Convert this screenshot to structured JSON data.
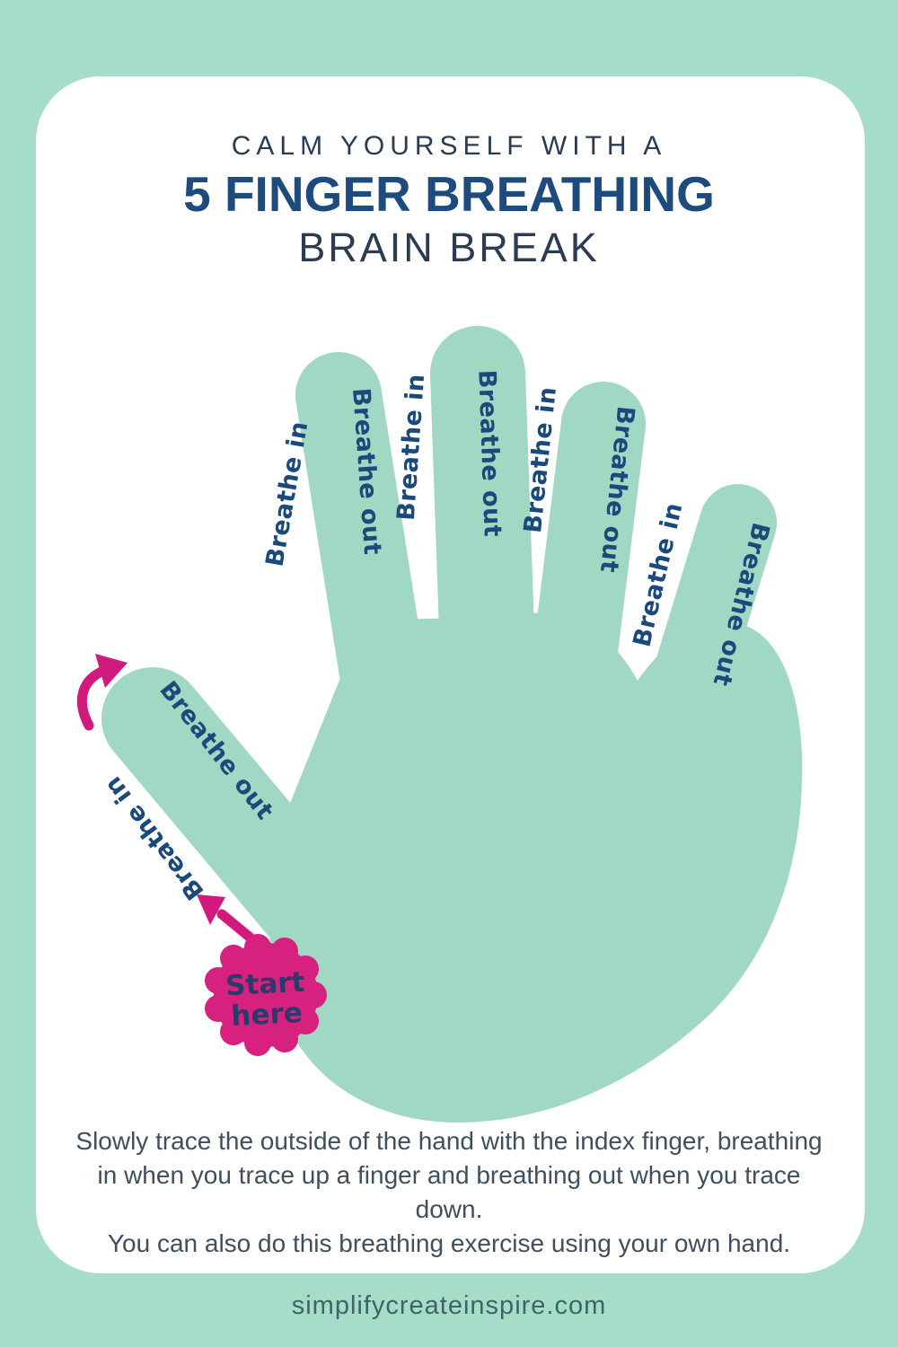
{
  "page": {
    "background_color": "#a5ddc9",
    "card_color": "#ffffff"
  },
  "header": {
    "eyebrow": "CALM YOURSELF WITH A",
    "title": "5 FINGER BREATHING",
    "subtitle": "BRAIN BREAK",
    "title_color": "#1e4b7d",
    "secondary_text_color": "#2a3b52"
  },
  "hand": {
    "fill_color": "#a0d8c4",
    "label_color": "#1a4a7c",
    "labels": [
      {
        "id": "index-up",
        "text": "Breathe in"
      },
      {
        "id": "index-down",
        "text": "Breathe out"
      },
      {
        "id": "middle-up",
        "text": "Breathe in"
      },
      {
        "id": "middle-down",
        "text": "Breathe out"
      },
      {
        "id": "ring-up",
        "text": "Breathe in"
      },
      {
        "id": "ring-down",
        "text": "Breathe out"
      },
      {
        "id": "pinky-up",
        "text": "Breathe in"
      },
      {
        "id": "pinky-down",
        "text": "Breathe out"
      },
      {
        "id": "thumb-down",
        "text": "Breathe out"
      },
      {
        "id": "thumb-up",
        "text": "Breathe in"
      }
    ]
  },
  "badge": {
    "line1": "Start",
    "line2": "here",
    "fill_color": "#d6217f",
    "text_color": "#2c3a6b"
  },
  "arrows": {
    "color": "#d2197d"
  },
  "instructions": {
    "text_color": "#3f4f5e",
    "lines": [
      "Slowly trace the outside of the hand with the index finger, breathing",
      "in when you trace up a finger and breathing out when you trace",
      "down.",
      "You can also do this breathing exercise using your own hand."
    ]
  },
  "footer": {
    "url": "simplifycreateinspire.com"
  }
}
